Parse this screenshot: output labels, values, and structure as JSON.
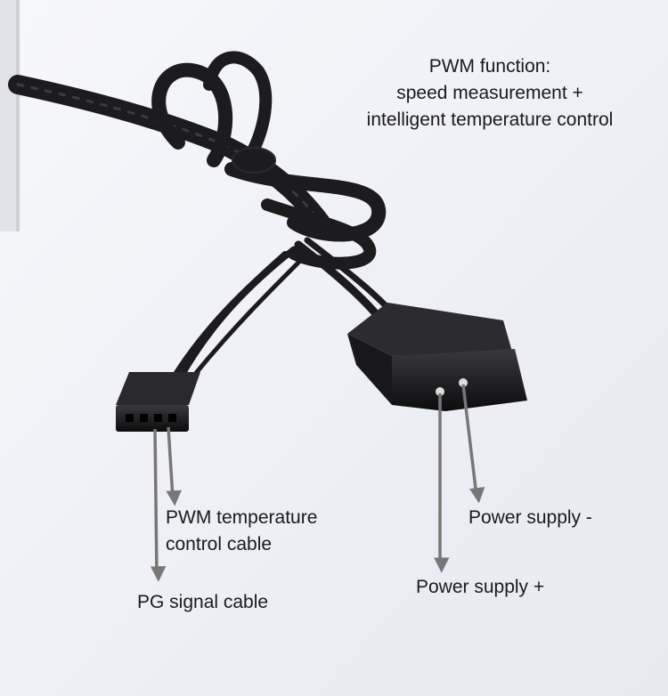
{
  "title": {
    "line1": "PWM function:",
    "line2": "speed measurement +",
    "line3": "intelligent temperature control"
  },
  "labels": {
    "pwm_line1": "PWM temperature",
    "pwm_line2": "control cable",
    "pg": "PG signal cable",
    "power_neg": "Power supply -",
    "power_pos": "Power supply +"
  },
  "colors": {
    "background": "#f2f3f8",
    "cable": "#1c1c1e",
    "arrow": "#777777"
  }
}
